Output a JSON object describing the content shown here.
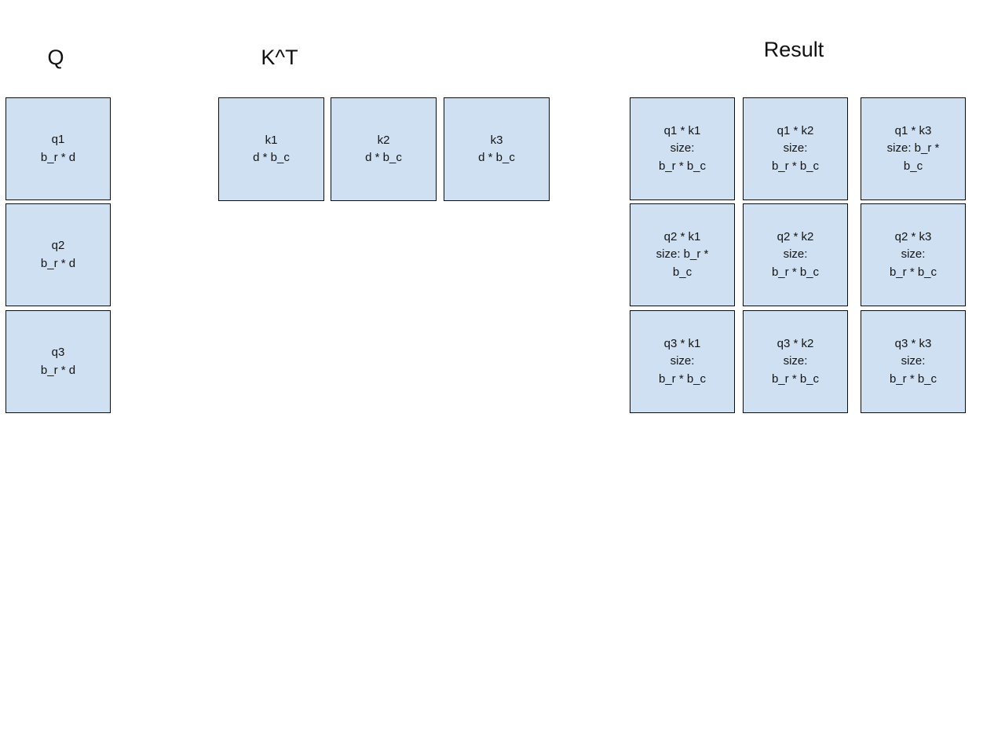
{
  "colors": {
    "cell_fill": "#cfe0f2",
    "cell_border": "#0d0d0d",
    "text": "#141414",
    "background": "#ffffff"
  },
  "titles": {
    "q": "Q",
    "kt": "K^T",
    "result": "Result"
  },
  "q_matrix": {
    "label": "Q",
    "blocks": [
      {
        "name": "q1",
        "size": "b_r * d"
      },
      {
        "name": "q2",
        "size": "b_r * d"
      },
      {
        "name": "q3",
        "size": "b_r * d"
      }
    ]
  },
  "kt_matrix": {
    "label": "K^T",
    "blocks": [
      {
        "name": "k1",
        "size": "d * b_c"
      },
      {
        "name": "k2",
        "size": "d * b_c"
      },
      {
        "name": "k3",
        "size": "d * b_c"
      }
    ]
  },
  "result_matrix": {
    "label": "Result",
    "rows": [
      [
        {
          "product": "q1 * k1",
          "size_line1": "size:",
          "size_line2": "b_r * b_c"
        },
        {
          "product": "q1 * k2",
          "size_line1": "size:",
          "size_line2": "b_r * b_c"
        },
        {
          "product": "q1 * k3",
          "size_line1": "size: b_r *",
          "size_line2": "b_c"
        }
      ],
      [
        {
          "product": "q2 * k1",
          "size_line1": "size: b_r *",
          "size_line2": "b_c"
        },
        {
          "product": "q2 * k2",
          "size_line1": "size:",
          "size_line2": "b_r * b_c"
        },
        {
          "product": "q2 * k3",
          "size_line1": "size:",
          "size_line2": "b_r * b_c"
        }
      ],
      [
        {
          "product": "q3 * k1",
          "size_line1": "size:",
          "size_line2": "b_r * b_c"
        },
        {
          "product": "q3 * k2",
          "size_line1": "size:",
          "size_line2": "b_r * b_c"
        },
        {
          "product": "q3 * k3",
          "size_line1": "size:",
          "size_line2": "b_r * b_c"
        }
      ]
    ]
  }
}
